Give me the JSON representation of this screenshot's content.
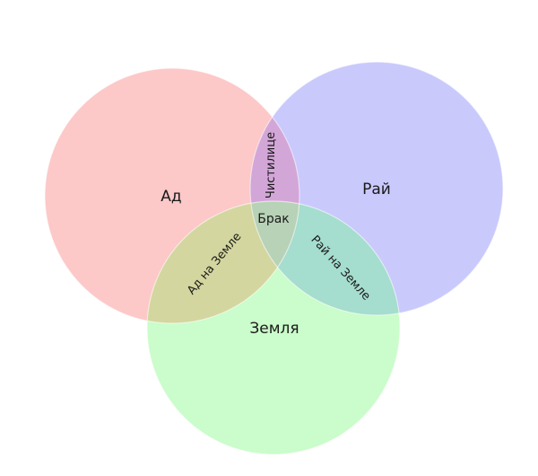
{
  "diagram": {
    "type": "venn",
    "circles": [
      {
        "id": "hell",
        "label": "Ад",
        "color": "#fcc8c8"
      },
      {
        "id": "heaven",
        "label": "Рай",
        "color": "#c9c9fc"
      },
      {
        "id": "earth",
        "label": "Земля",
        "color": "#cbfccb"
      }
    ],
    "intersections": {
      "hell_heaven": {
        "label": "Чистилице",
        "color": "#d3a6d8"
      },
      "hell_earth": {
        "label": "Ад на Земле",
        "color": "#d3d69e"
      },
      "heaven_earth": {
        "label": "Рай на Земле",
        "color": "#a5ddce"
      },
      "all": {
        "label": "Брак",
        "color": "#b7d2b6"
      }
    }
  }
}
